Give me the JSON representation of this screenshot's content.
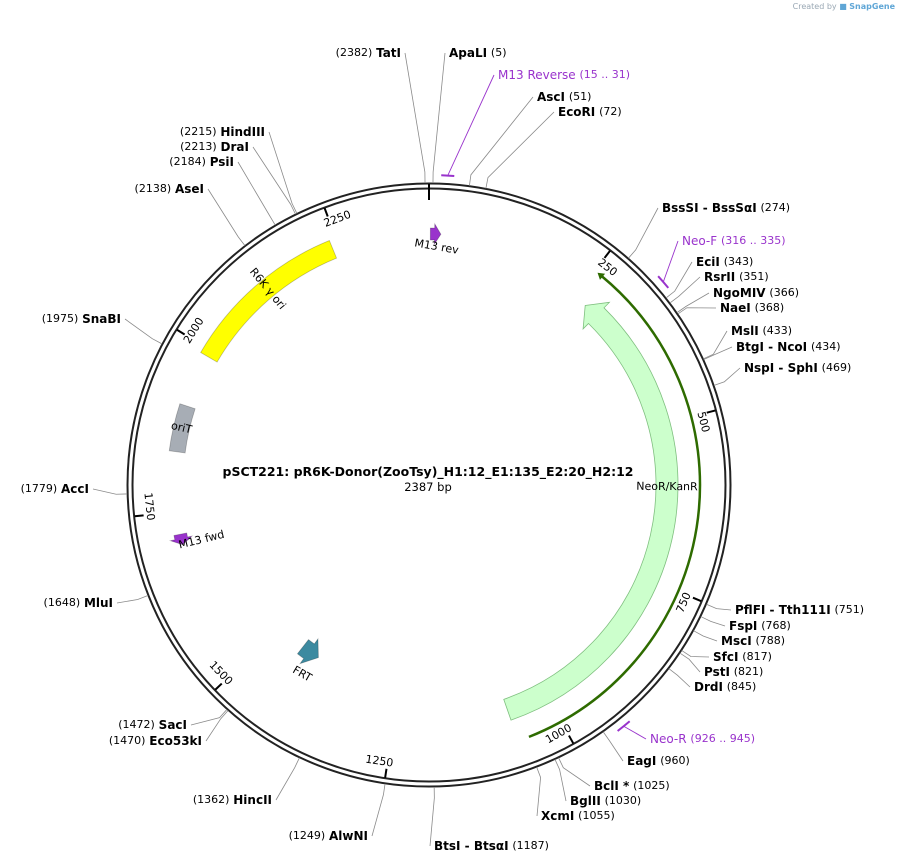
{
  "credit": {
    "prefix": "Created by",
    "brand": "SnapGene"
  },
  "map": {
    "title": "pSCT221: pR6K-Donor(ZooTsy)_H1:12_E1:135_E2:20_H2:12",
    "length_label": "2387 bp",
    "total_bp": 2387
  },
  "ticks": [
    {
      "bp": 250,
      "label": "250"
    },
    {
      "bp": 500,
      "label": "500"
    },
    {
      "bp": 750,
      "label": "750"
    },
    {
      "bp": 1000,
      "label": "1000"
    },
    {
      "bp": 1250,
      "label": "1250"
    },
    {
      "bp": 1500,
      "label": "1500"
    },
    {
      "bp": 1750,
      "label": "1750"
    },
    {
      "bp": 2000,
      "label": "2000"
    },
    {
      "bp": 2250,
      "label": "2250"
    }
  ],
  "features": [
    {
      "id": "r6k",
      "name": "R6K γ ori",
      "start": 1990,
      "end": 2240,
      "direction": "none",
      "color": "#ffff00",
      "label_color": "#000000"
    },
    {
      "id": "orit",
      "name": "oriT",
      "start": 1840,
      "end": 1910,
      "direction": "none",
      "color": "#a7adb5",
      "label_color": "#000000"
    },
    {
      "id": "neokan",
      "name": "NeoR/KanR",
      "start": 272,
      "end": 1066,
      "direction": "reverse",
      "color": "#ccffcc",
      "label_color": "#000000"
    },
    {
      "id": "frt",
      "name": "FRT",
      "start": 1410,
      "end": 1445,
      "direction": "reverse",
      "color": "#3c8aa0",
      "label_color": "#000000"
    },
    {
      "id": "m13rev",
      "name": "M13 rev",
      "start": 2,
      "end": 18,
      "direction": "forward",
      "color": "#9933cc",
      "label_color": "#000000"
    },
    {
      "id": "m13fwd",
      "name": "M13 fwd",
      "start": 1700,
      "end": 1716,
      "direction": "reverse",
      "color": "#9933cc",
      "label_color": "#000000"
    }
  ],
  "cds_line": {
    "start": 255,
    "end": 1050,
    "color": "#2e6b00"
  },
  "primers": [
    {
      "name": "M13 Reverse",
      "range": "(15 .. 31)",
      "start": 15,
      "end": 31
    },
    {
      "name": "Neo-F",
      "range": "(316 .. 335)",
      "start": 316,
      "end": 335
    },
    {
      "name": "Neo-R",
      "range": "(926 .. 945)",
      "start": 926,
      "end": 945
    }
  ],
  "sites": [
    {
      "name": "TatI",
      "pos": "(2382)",
      "bp": 2382
    },
    {
      "name": "ApaLI",
      "pos": "(5)",
      "bp": 5
    },
    {
      "name": "AscI",
      "pos": "(51)",
      "bp": 51
    },
    {
      "name": "EcoRI",
      "pos": "(72)",
      "bp": 72
    },
    {
      "name": "BssSI - BssSαI",
      "pos": "(274)",
      "bp": 274
    },
    {
      "name": "EciI",
      "pos": "(343)",
      "bp": 343
    },
    {
      "name": "RsrII",
      "pos": "(351)",
      "bp": 351
    },
    {
      "name": "NgoMIV",
      "pos": "(366)",
      "bp": 366
    },
    {
      "name": "NaeI",
      "pos": "(368)",
      "bp": 368
    },
    {
      "name": "MslI",
      "pos": "(433)",
      "bp": 433
    },
    {
      "name": "BtgI - NcoI",
      "pos": "(434)",
      "bp": 434
    },
    {
      "name": "NspI - SphI",
      "pos": "(469)",
      "bp": 469
    },
    {
      "name": "PflFI - Tth111I",
      "pos": "(751)",
      "bp": 751
    },
    {
      "name": "FspI",
      "pos": "(768)",
      "bp": 768
    },
    {
      "name": "MscI",
      "pos": "(788)",
      "bp": 788
    },
    {
      "name": "SfcI",
      "pos": "(817)",
      "bp": 817
    },
    {
      "name": "PstI",
      "pos": "(821)",
      "bp": 821
    },
    {
      "name": "DrdI",
      "pos": "(845)",
      "bp": 845
    },
    {
      "name": "EagI",
      "pos": "(960)",
      "bp": 960
    },
    {
      "name": "BclI *",
      "pos": "(1025)",
      "bp": 1025
    },
    {
      "name": "BglII",
      "pos": "(1030)",
      "bp": 1030
    },
    {
      "name": "XcmI",
      "pos": "(1055)",
      "bp": 1055
    },
    {
      "name": "BtsI - BtsαI",
      "pos": "(1187)",
      "bp": 1187
    },
    {
      "name": "AlwNI",
      "pos": "(1249)",
      "bp": 1249
    },
    {
      "name": "HincII",
      "pos": "(1362)",
      "bp": 1362
    },
    {
      "name": "SacI",
      "pos": "(1472)",
      "bp": 1472
    },
    {
      "name": "Eco53kI",
      "pos": "(1470)",
      "bp": 1470
    },
    {
      "name": "MluI",
      "pos": "(1648)",
      "bp": 1648
    },
    {
      "name": "AccI",
      "pos": "(1779)",
      "bp": 1779
    },
    {
      "name": "SnaBI",
      "pos": "(1975)",
      "bp": 1975
    },
    {
      "name": "AseI",
      "pos": "(2138)",
      "bp": 2138
    },
    {
      "name": "PsiI",
      "pos": "(2184)",
      "bp": 2184
    },
    {
      "name": "DraI",
      "pos": "(2213)",
      "bp": 2213
    },
    {
      "name": "HindIII",
      "pos": "(2215)",
      "bp": 2215
    }
  ],
  "colors": {
    "backbone": "#222222",
    "leader": "#8a8a8a",
    "primer": "#9933cc",
    "cds_line": "#2e6b00"
  }
}
